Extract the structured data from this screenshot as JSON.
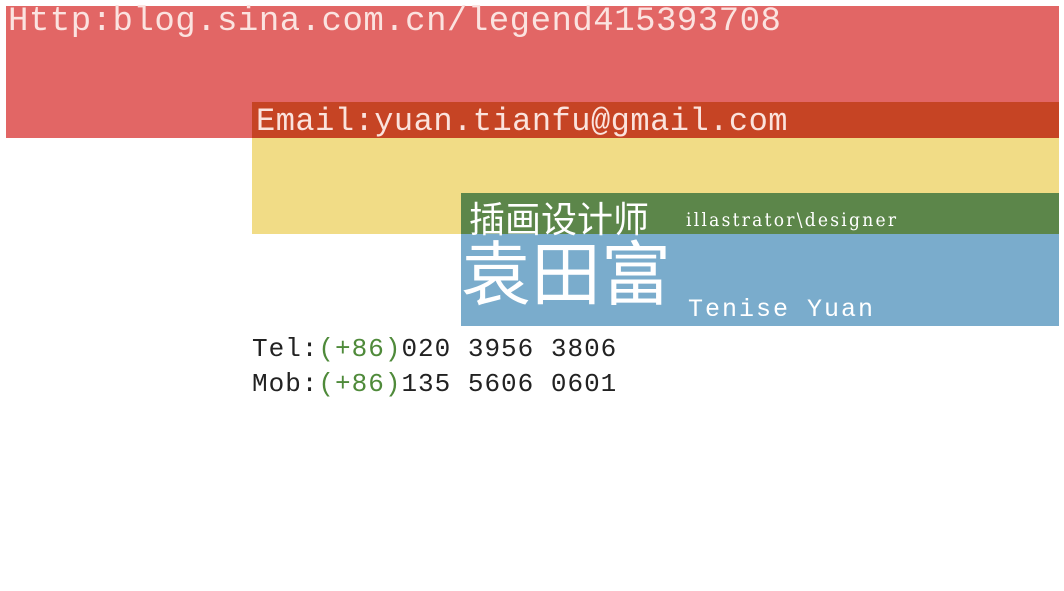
{
  "colors": {
    "red": "#e26665",
    "orange": "#c64424",
    "yellow": "#f1dc86",
    "green": "#5c864a",
    "blue": "#7aaccc",
    "country_code": "#4f8a3a"
  },
  "card": {
    "blog_url": "Http:blog.sina.com.cn/legend415393708",
    "email": "Email:yuan.tianfu@gmail.com",
    "role_cn": "插画设计师",
    "role_en": "illastrator\\designer",
    "name_cn": "袁田富",
    "name_en": "Tenise Yuan",
    "tel": {
      "label": "Tel:",
      "code": "(+86)",
      "number": "020 3956 3806"
    },
    "mob": {
      "label": "Mob:",
      "code": "(+86)",
      "number": "135 5606 0601"
    }
  }
}
